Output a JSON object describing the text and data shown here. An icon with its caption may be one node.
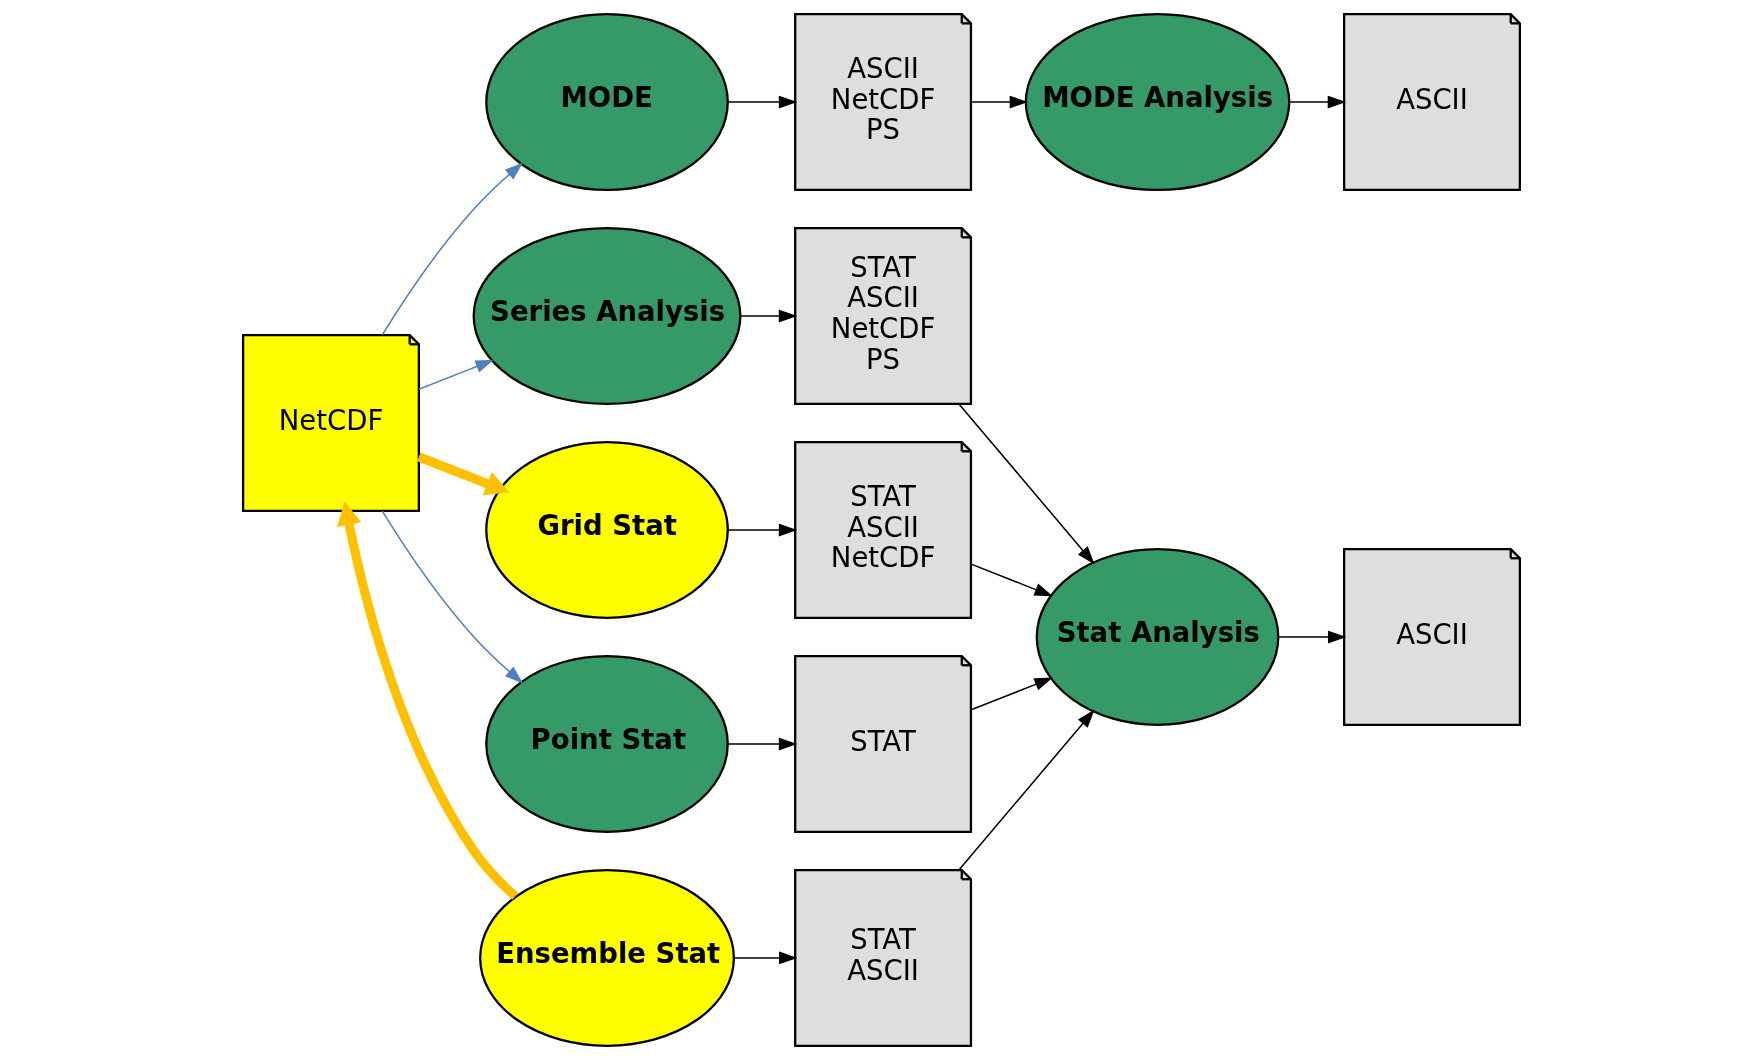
{
  "diagram": {
    "nodes": [
      {
        "text": [
          "NetCDF"
        ]
      },
      {
        "text": [
          "MODE"
        ]
      },
      {
        "text": [
          "Series Analysis"
        ]
      },
      {
        "text": [
          "Grid Stat"
        ]
      },
      {
        "text": [
          "Ensemble Stat"
        ]
      },
      {
        "text": [
          "Point Stat"
        ]
      },
      {
        "text": [
          "ASCII",
          "NetCDF",
          "PS"
        ]
      },
      {
        "text": [
          "STAT",
          "ASCII",
          "NetCDF",
          "PS"
        ]
      },
      {
        "text": [
          "STAT",
          "ASCII",
          "NetCDF"
        ]
      },
      {
        "text": [
          "STAT",
          "ASCII"
        ]
      },
      {
        "text": [
          "STAT"
        ]
      },
      {
        "text": [
          "MODE Analysis"
        ]
      },
      {
        "text": [
          "Stat Analysis"
        ]
      },
      {
        "text": [
          "ASCII"
        ]
      },
      {
        "text": [
          "ASCII"
        ]
      }
    ],
    "edges": [
      {
        "from": 0,
        "to": 1,
        "arrow": "to",
        "color": "#4f81bd"
      },
      {
        "from": 0,
        "to": 2,
        "arrow": "to",
        "color": "#4f81bd"
      },
      {
        "from": 0,
        "to": 3,
        "arrow": "to",
        "style": "thick",
        "color": "#ffc000"
      },
      {
        "from": 4,
        "to": 0,
        "arrow": "to",
        "style": "thick",
        "color": "#ffc000"
      },
      {
        "from": 0,
        "to": 5,
        "arrow": "to",
        "color": "#4f81bd"
      },
      {
        "from": 1,
        "to": 6,
        "arrow": "to"
      },
      {
        "from": 2,
        "to": 7,
        "arrow": "to"
      },
      {
        "from": 3,
        "to": 8,
        "arrow": "to"
      },
      {
        "from": 4,
        "to": 9,
        "arrow": "to"
      },
      {
        "from": 5,
        "to": 10,
        "arrow": "to"
      },
      {
        "from": 6,
        "to": 11,
        "arrow": "to"
      },
      {
        "from": 7,
        "to": 12,
        "arrow": "to"
      },
      {
        "from": 8,
        "to": 12,
        "arrow": "to"
      },
      {
        "from": 9,
        "to": 12,
        "arrow": "to"
      },
      {
        "from": 10,
        "to": 12,
        "arrow": "to"
      },
      {
        "from": 11,
        "to": 13,
        "arrow": "to"
      },
      {
        "from": 12,
        "to": 14,
        "arrow": "to"
      }
    ]
  }
}
